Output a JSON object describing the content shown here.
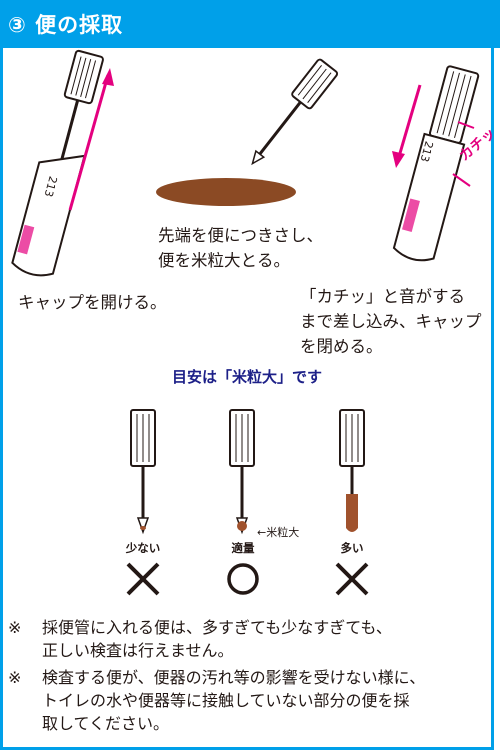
{
  "header": {
    "title": "③ 便の採取"
  },
  "steps": {
    "open_cap": "キャップを開ける。",
    "pierce_line1": "先端を便につきさし、",
    "pierce_line2": "便を米粒大とる。",
    "close_line1": "「カチッ」と音がする",
    "close_line2": "まで差し込み、キャップ",
    "close_line3": "を閉める。",
    "click_sound": "カチッ"
  },
  "guide": {
    "title": "目安は「米粒大」です",
    "labels": {
      "too_little": "少ない",
      "just_right": "適量",
      "too_much": "多い"
    },
    "rice_note": "←米粒大",
    "marks": {
      "too_little": "×",
      "just_right": "○",
      "too_much": "×"
    }
  },
  "notes": {
    "mark": "※",
    "note1_line1": "採便管に入れる便は、多すぎても少なすぎても、",
    "note1_line2": "正しい検査は行えません。",
    "note2_line1": "検査する便が、便器の汚れ等の影響を受けない様に、",
    "note2_line2": "トイレの水や便器等に接触していない部分の便を採",
    "note2_line3": "取してください。"
  },
  "tube_text": "213",
  "colors": {
    "accent": "#00a0e9",
    "magenta": "#e4007f",
    "navy": "#1d2088",
    "stool": "#a0522d"
  }
}
